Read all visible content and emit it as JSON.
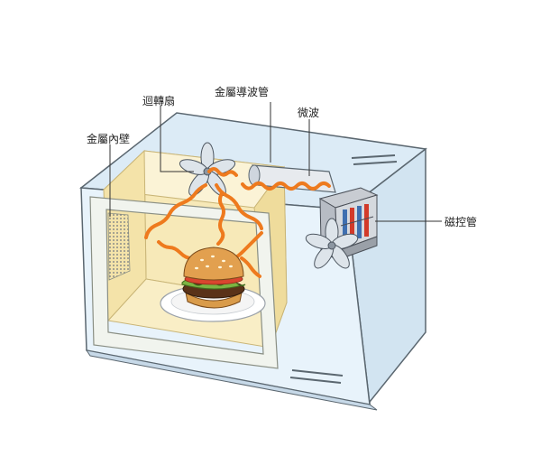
{
  "labels": {
    "stirrer_fan": "迴轉扇",
    "waveguide": "金屬導波管",
    "microwaves": "微波",
    "metal_wall": "金屬內壁",
    "magnetron": "磁控管"
  },
  "colors": {
    "cabinet_fill": "#e8f3fb",
    "cabinet_outline": "#5b6770",
    "interior": "#fbf3d6",
    "wave": "#ee7a1e",
    "fan": "#dde4ea",
    "magnetron_core": "#3f6fb0",
    "magnetron_accent": "#d23a2a"
  },
  "icons": {
    "food": "hamburger-icon",
    "fan": "fan-icon"
  }
}
